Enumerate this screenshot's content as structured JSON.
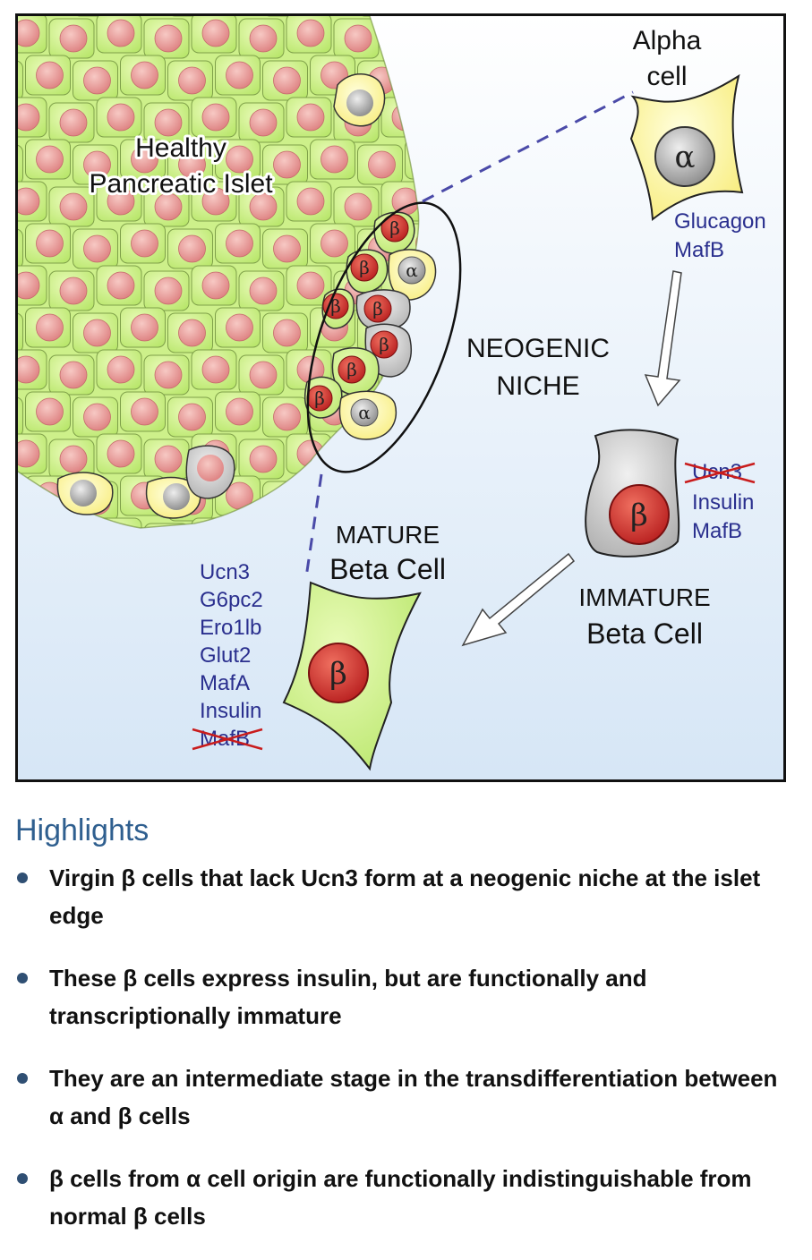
{
  "figure": {
    "islet_label_line1": "Healthy",
    "islet_label_line2": "Pancreatic Islet",
    "alpha_label_line1": "Alpha",
    "alpha_label_line2": "cell",
    "alpha_symbol": "α",
    "beta_symbol": "β",
    "alpha_markers": [
      "Glucagon",
      "MafB"
    ],
    "niche_label_line1": "NEOGENIC",
    "niche_label_line2": "NICHE",
    "immature_markers_struck": "Ucn3",
    "immature_markers": [
      "Insulin",
      "MafB"
    ],
    "immature_label_line1": "IMMATURE",
    "immature_label_line2": "Beta Cell",
    "mature_label_line1": "MATURE",
    "mature_label_line2": "Beta Cell",
    "mature_markers": [
      "Ucn3",
      "G6pc2",
      "Ero1lb",
      "Glut2",
      "MafA",
      "Insulin"
    ],
    "mature_markers_struck": "MafB",
    "colors": {
      "background_top": "#ffffff",
      "background_bottom": "#d6e6f6",
      "cell_green": "#cdf08a",
      "nucleus_red": "#d8322f",
      "nucleus_pink": "#e89595",
      "alpha_yellow": "#fdf6a0",
      "immature_gray": "#c8c8c8",
      "marker_blue": "#2a2f8e",
      "strike_red": "#c91c1c",
      "dash_blue": "#4a4aa8"
    }
  },
  "highlights": {
    "title": "Highlights",
    "items": [
      "Virgin β cells that lack Ucn3 form at a neogenic niche at the islet edge",
      "These β cells express insulin, but are functionally and transcriptionally immature",
      "They are an intermediate stage in the transdifferentiation between α and β cells",
      "β cells from α cell origin are functionally indistinguishable from normal β cells"
    ]
  }
}
